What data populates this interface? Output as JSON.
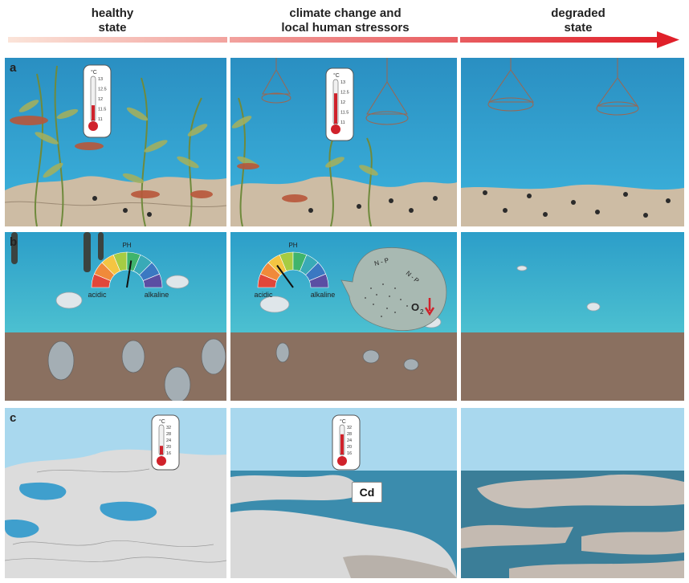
{
  "header": {
    "stages": [
      "healthy\nstate",
      "climate change and\nlocal human stressors",
      "degraded\nstate"
    ]
  },
  "rows": {
    "a": {
      "letter": "a",
      "thermometer_unit": "°C",
      "thermometer_ticks": [
        "13",
        "12.5",
        "12",
        "11.5",
        "11"
      ],
      "thermo_levels": [
        0.35,
        0.7
      ]
    },
    "b": {
      "letter": "b",
      "ph_title": "PH",
      "ph_left": "acidic",
      "ph_right": "alkaline",
      "ph_needle": [
        0.55,
        0.3
      ],
      "bubble_text": [
        "N - P",
        "N - P"
      ],
      "oxygen_label": "O",
      "oxygen_sub": "2"
    },
    "c": {
      "letter": "c",
      "thermometer_unit": "°C",
      "thermometer_ticks": [
        "32",
        "28",
        "24",
        "20",
        "16"
      ],
      "thermo_levels": [
        0.3,
        0.7
      ],
      "cd_label": "Cd"
    }
  },
  "colors": {
    "arrow_start": "#fbe4d9",
    "arrow_end": "#e0202a",
    "sea_a": "#2ea3d4",
    "sea_b": "#3cb6cf",
    "sediment": "#8a7060",
    "sky": "#a9d8ee",
    "thermo_red": "#d0222b"
  }
}
